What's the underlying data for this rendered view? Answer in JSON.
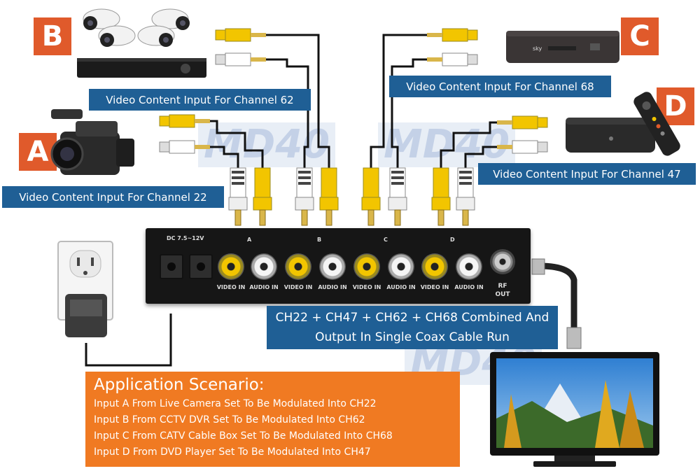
{
  "inputs": {
    "a": {
      "letter": "A",
      "label": "Video Content Input For Channel 22"
    },
    "b": {
      "letter": "B",
      "label": "Video Content Input For Channel 62"
    },
    "c": {
      "letter": "C",
      "label": "Video Content Input For Channel 68"
    },
    "d": {
      "letter": "D",
      "label": "Video Content Input For Channel 47"
    }
  },
  "watermark": "MD40",
  "device_brand": "sky",
  "modulator": {
    "dc_label": "DC 7.5~12V",
    "groups": [
      "A",
      "B",
      "C",
      "D"
    ],
    "video_in": "VIDEO IN",
    "audio_in": "AUDIO IN",
    "rf_out_line1": "RF",
    "rf_out_line2": "OUT"
  },
  "combined": {
    "line1": "CH22 + CH47 + CH62 + CH68 Combined And",
    "line2": "Output In Single Coax Cable Run"
  },
  "application": {
    "title": "Application Scenario:",
    "lines": [
      "Input A From Live Camera Set To Be Modulated Into CH22",
      "Input B From CCTV DVR Set To Be Modulated Into CH62",
      "Input C From CATV Cable Box Set To Be Modulated Into CH68",
      "Input D From DVD Player Set To Be Modulated Into CH47"
    ]
  },
  "colors": {
    "accent_orange": "#e05a2b",
    "label_blue": "#1f5f95",
    "scenario_orange": "#f07a22",
    "rca_yellow": "#f2c500"
  }
}
